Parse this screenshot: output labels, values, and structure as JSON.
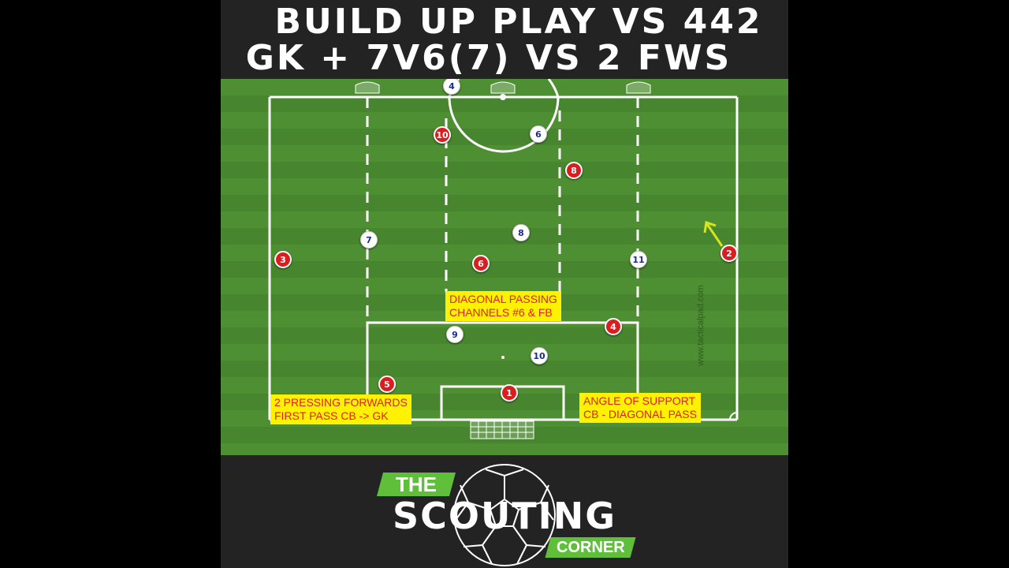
{
  "title": {
    "line1": "BUILD UP PLAY VS 442",
    "line2": "GK + 7V6(7) VS 2 FWS"
  },
  "players": [
    {
      "team": "white",
      "number": "4"
    },
    {
      "team": "red",
      "number": "10"
    },
    {
      "team": "white",
      "number": "6"
    },
    {
      "team": "red",
      "number": "8"
    },
    {
      "team": "white",
      "number": "8"
    },
    {
      "team": "white",
      "number": "7"
    },
    {
      "team": "red",
      "number": "3"
    },
    {
      "team": "red",
      "number": "6"
    },
    {
      "team": "white",
      "number": "11"
    },
    {
      "team": "red",
      "number": "2"
    },
    {
      "team": "red",
      "number": "4"
    },
    {
      "team": "white",
      "number": "9"
    },
    {
      "team": "white",
      "number": "10"
    },
    {
      "team": "red",
      "number": "5"
    },
    {
      "team": "red",
      "number": "1"
    }
  ],
  "notes": {
    "diagonal": [
      "DIAGONAL PASSING",
      "CHANNELS #6 & FB"
    ],
    "pressing": [
      "2 PRESSING FORWARDS",
      "FIRST PASS CB -> GK"
    ],
    "angle": [
      "ANGLE OF SUPPORT",
      "CB - DIAGONAL PASS"
    ]
  },
  "watermark": "www.tacticalpad.com",
  "logo": {
    "the": "THE",
    "main": "SCOUTING",
    "corner": "CORNER"
  },
  "colors": {
    "red_team": "#d81e1e",
    "white_team": "#ffffff",
    "note_bg": "#fff200",
    "note_text": "#e0201b",
    "logo_accent": "#5fbf3a"
  }
}
